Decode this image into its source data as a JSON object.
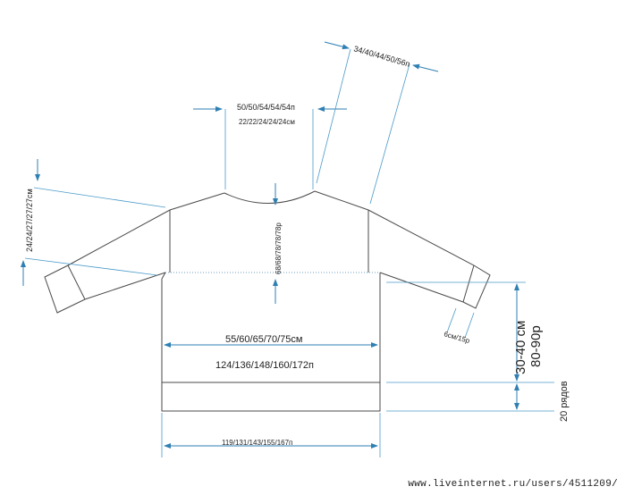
{
  "diagram": {
    "labels": {
      "sleeve_top": "34/40/44/50/56п",
      "neck_loops": "50/50/54/54/54п",
      "neck_cm": "22/22/24/24/24см",
      "shoulder_height": "24/24/27/27/27см",
      "yoke_depth": "68/68/78/78/78р",
      "cuff": "6см/15р",
      "body_width_cm": "55/60/65/70/75см",
      "body_loops": "124/136/148/160/172п",
      "body_length_cm": "30-40 см",
      "body_length_rows": "80-90р",
      "rib_rows": "20 рядов",
      "hem_loops": "119/131/143/155/167п"
    },
    "colors": {
      "outline": "#4a4a4a",
      "dimension": "#2f7fb3",
      "text": "#222222"
    }
  },
  "watermark": "www.liveinternet.ru/users/4511209/"
}
